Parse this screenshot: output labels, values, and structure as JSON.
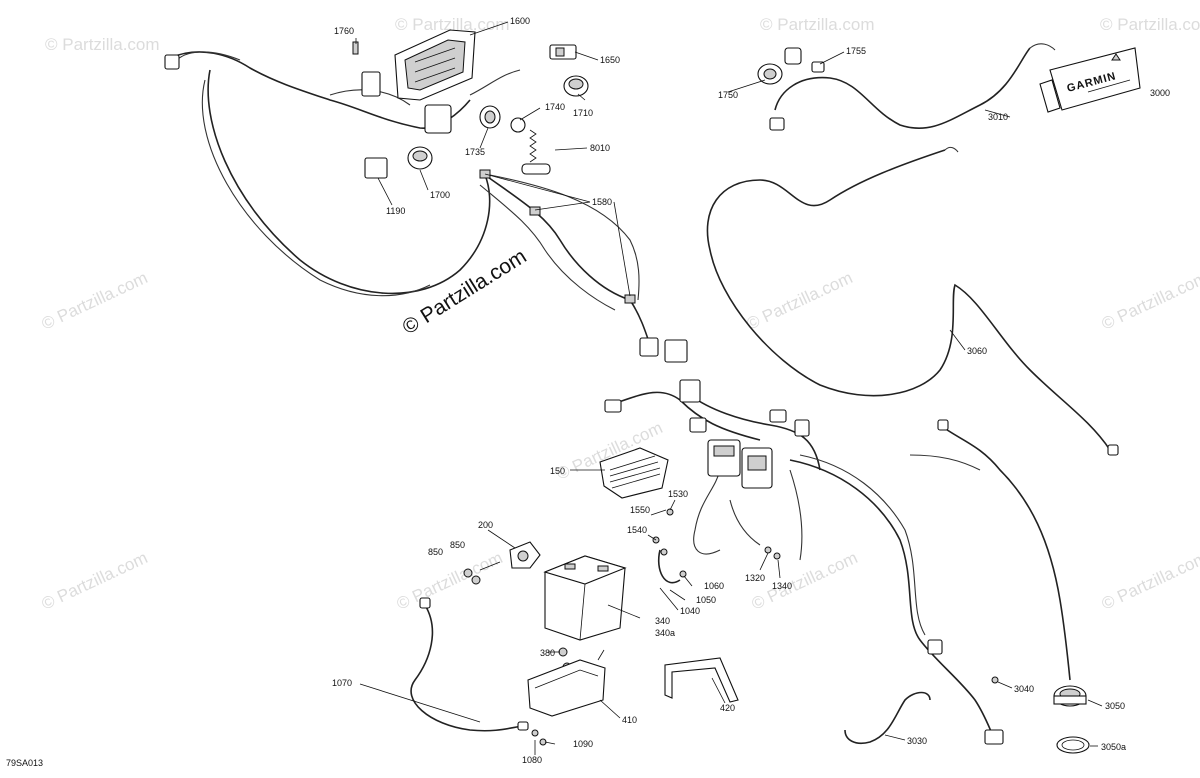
{
  "watermark": {
    "main": "© Partzilla.com",
    "faint": [
      "© Partzilla.com",
      "© Partzilla.com",
      "© Partzilla.com",
      "© Partzilla.com",
      "© Partzilla.com",
      "© Partzilla.com",
      "© Partzilla.com",
      "© Partzilla.com",
      "© Partzilla.com",
      "© Partzilla.com",
      "© Partzilla.com",
      "© Partzilla.com"
    ]
  },
  "brand_text": "GARMIN",
  "diagram_ref": "79SA013",
  "part_labels": [
    {
      "id": "l1760",
      "text": "1760"
    },
    {
      "id": "l1600",
      "text": "1600"
    },
    {
      "id": "l1650",
      "text": "1650"
    },
    {
      "id": "l1740",
      "text": "1740"
    },
    {
      "id": "l1710",
      "text": "1710"
    },
    {
      "id": "l1735",
      "text": "1735"
    },
    {
      "id": "l8010",
      "text": "8010"
    },
    {
      "id": "l1700",
      "text": "1700"
    },
    {
      "id": "l1190",
      "text": "1190"
    },
    {
      "id": "l1580",
      "text": "1580"
    },
    {
      "id": "l1755",
      "text": "1755"
    },
    {
      "id": "l1750",
      "text": "1750"
    },
    {
      "id": "l3000",
      "text": "3000"
    },
    {
      "id": "l3010",
      "text": "3010"
    },
    {
      "id": "l3060",
      "text": "3060"
    },
    {
      "id": "l150",
      "text": "150"
    },
    {
      "id": "l1530",
      "text": "1530"
    },
    {
      "id": "l1550",
      "text": "1550"
    },
    {
      "id": "l1540",
      "text": "1540"
    },
    {
      "id": "l200",
      "text": "200"
    },
    {
      "id": "l850a",
      "text": "850"
    },
    {
      "id": "l850b",
      "text": "850"
    },
    {
      "id": "l1060",
      "text": "1060"
    },
    {
      "id": "l1050",
      "text": "1050"
    },
    {
      "id": "l1040",
      "text": "1040"
    },
    {
      "id": "l1320",
      "text": "1320"
    },
    {
      "id": "l1340",
      "text": "1340"
    },
    {
      "id": "l340",
      "text": "340"
    },
    {
      "id": "l340a",
      "text": "340a"
    },
    {
      "id": "l380",
      "text": "380"
    },
    {
      "id": "l1070",
      "text": "1070"
    },
    {
      "id": "l410",
      "text": "410"
    },
    {
      "id": "l420",
      "text": "420"
    },
    {
      "id": "l1090",
      "text": "1090"
    },
    {
      "id": "l1080",
      "text": "1080"
    },
    {
      "id": "l3040",
      "text": "3040"
    },
    {
      "id": "l3050",
      "text": "3050"
    },
    {
      "id": "l3030",
      "text": "3030"
    },
    {
      "id": "l3050a",
      "text": "3050a"
    }
  ]
}
